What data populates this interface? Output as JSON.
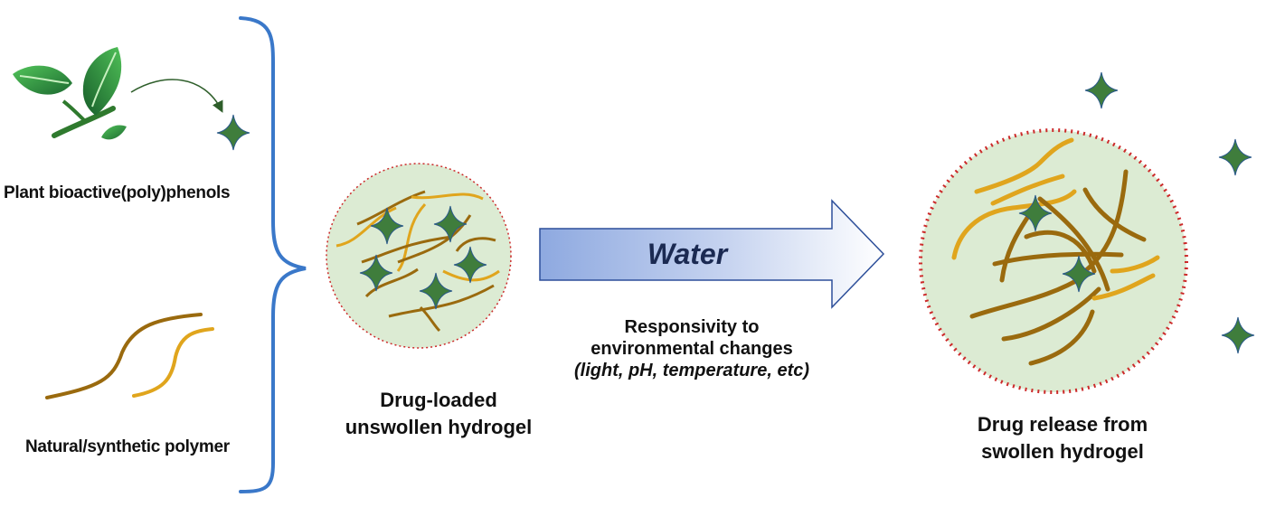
{
  "inputs": {
    "phenols_label": "Plant bioactive(poly)phenols",
    "polymer_label": "Natural/synthetic polymer"
  },
  "hydrogel_unswollen": {
    "line1": "Drug-loaded",
    "line2": "unswollen hydrogel"
  },
  "transition": {
    "arrow_label": "Water",
    "caption_line1": "Responsivity to",
    "caption_line2": "environmental changes",
    "caption_line3": "(light, pH, temperature, etc)"
  },
  "hydrogel_swollen": {
    "line1": "Drug release from",
    "line2": "swollen hydrogel"
  },
  "colors": {
    "brace": "#3a78c9",
    "drug_star": "#3f7d3c",
    "drug_star_edge": "#2b5a8a",
    "leaf_dark": "#1f6b32",
    "leaf_light": "#49b34f",
    "polymer_dark": "#9a6a0e",
    "polymer_light": "#e0a51d",
    "gel_fill": "#dcebd3",
    "gel_border": "#cc2a2a",
    "arrow_start": "#8ea9e0",
    "arrow_end": "#ffffff",
    "arrow_edge": "#2d4f9a"
  }
}
